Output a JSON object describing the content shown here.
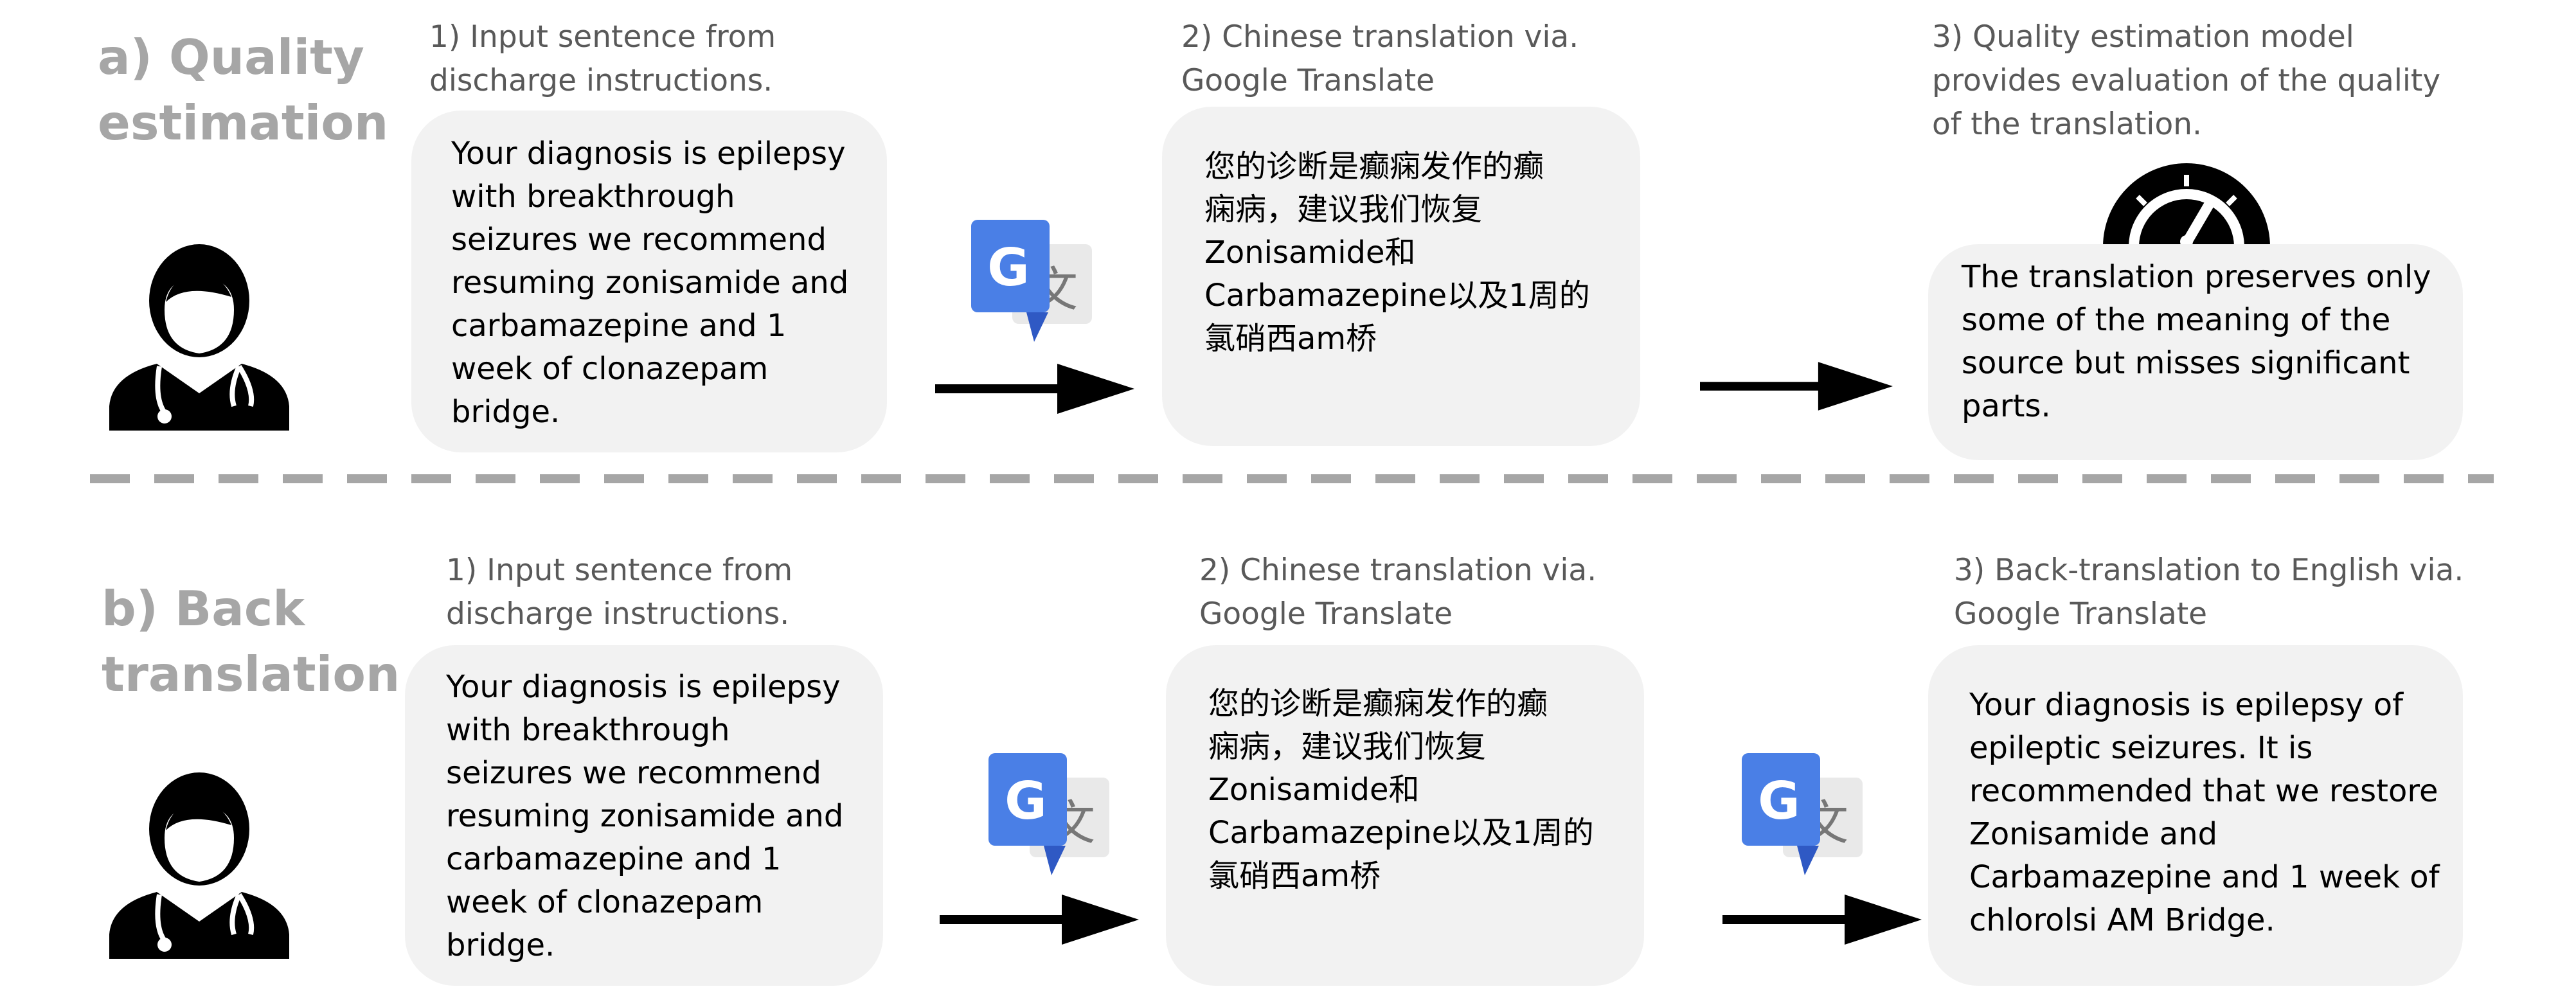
{
  "panel_a": {
    "title_lines": [
      "a) Quality",
      "estimation"
    ],
    "step1_label_lines": [
      "1) Input sentence from",
      "discharge instructions."
    ],
    "step1_text_lines": [
      "Your diagnosis is epilepsy",
      "with breakthrough",
      "seizures we recommend",
      "resuming zonisamide and",
      "carbamazepine and 1",
      "week of clonazepam",
      "bridge."
    ],
    "step2_label_lines": [
      "2) Chinese translation via.",
      "Google Translate"
    ],
    "step2_text_lines": [
      "您的诊断是癫痫发作的癫",
      "痫病，建议我们恢复",
      "Zonisamide和",
      "Carbamazepine以及1周的",
      "氯硝西am桥"
    ],
    "step3_label_lines": [
      "3) Quality estimation model",
      "provides evaluation of the quality",
      "of the translation."
    ],
    "step3_text_lines": [
      "The translation preserves only",
      "some of the meaning of the",
      "source but misses significant",
      "parts."
    ]
  },
  "panel_b": {
    "title_lines": [
      "b) Back",
      "translation"
    ],
    "step1_label_lines": [
      "1) Input sentence from",
      "discharge instructions."
    ],
    "step1_text_lines": [
      "Your diagnosis is epilepsy",
      "with breakthrough",
      "seizures we recommend",
      "resuming zonisamide and",
      "carbamazepine and 1",
      "week of clonazepam",
      "bridge."
    ],
    "step2_label_lines": [
      "2) Chinese translation via.",
      "Google Translate"
    ],
    "step2_text_lines": [
      "您的诊断是癫痫发作的癫",
      "痫病，建议我们恢复",
      "Zonisamide和",
      "Carbamazepine以及1周的",
      "氯硝西am桥"
    ],
    "step3_label_lines": [
      "3) Back-translation to English via.",
      "Google Translate"
    ],
    "step3_text_lines": [
      "Your diagnosis is epilepsy of",
      "epileptic seizures. It is",
      "recommended that we restore",
      "Zonisamide and",
      "Carbamazepine and 1 week of",
      "chlorolsi AM Bridge."
    ]
  },
  "icons": {
    "doctor": "doctor-icon",
    "translate": "google-translate-icon",
    "arrow": "right-arrow-icon",
    "gauge": "speedometer-icon"
  },
  "colors": {
    "title_gray": "#a6a6a6",
    "label_gray": "#595959",
    "bubble_bg": "#f2f2f2",
    "google_blue": "#4a7fe6",
    "divider": "#a6a6a6"
  }
}
